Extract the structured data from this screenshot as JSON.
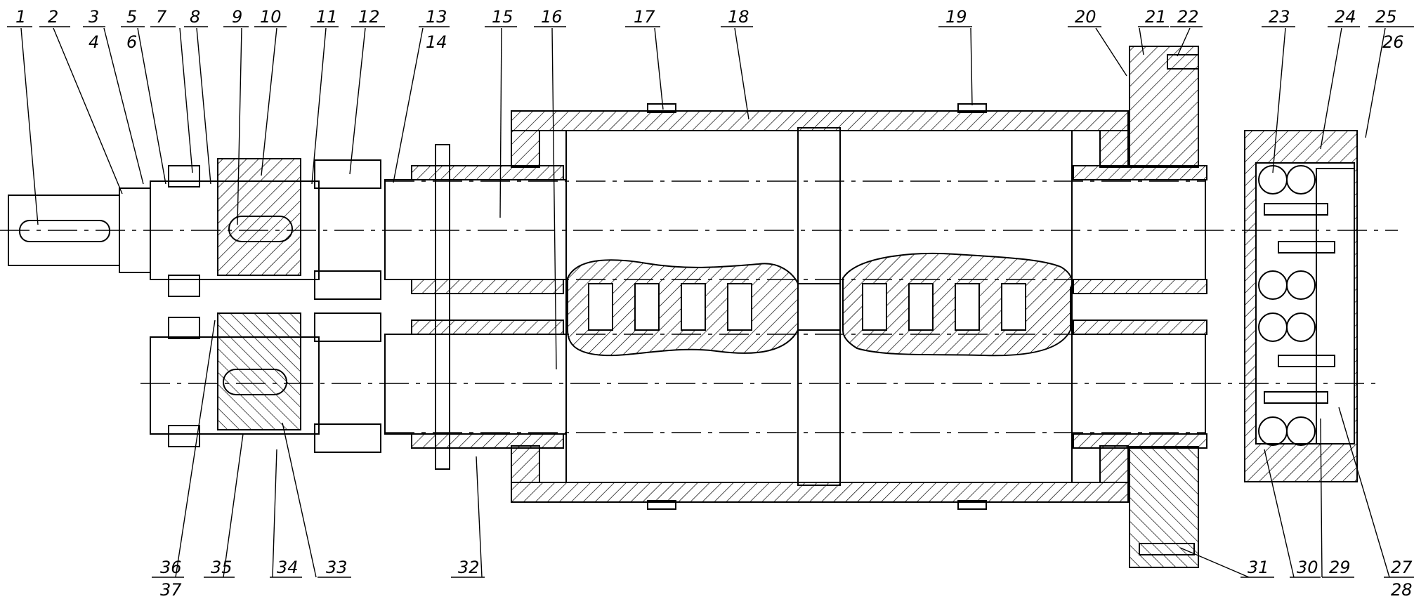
{
  "drawing": {
    "top_labels": [
      "1",
      "2",
      "3",
      "4",
      "5",
      "6",
      "7",
      "8",
      "9",
      "10",
      "11",
      "12",
      "13",
      "14",
      "15",
      "16",
      "17",
      "18",
      "19",
      "20",
      "21",
      "22",
      "23",
      "24",
      "25",
      "26"
    ],
    "bottom_labels": [
      "36",
      "37",
      "35",
      "34",
      "33",
      "32",
      "31",
      "30",
      "29",
      "27",
      "28"
    ],
    "colors": {
      "line": "#000000",
      "hatch": "#000000",
      "background": "#ffffff"
    }
  }
}
